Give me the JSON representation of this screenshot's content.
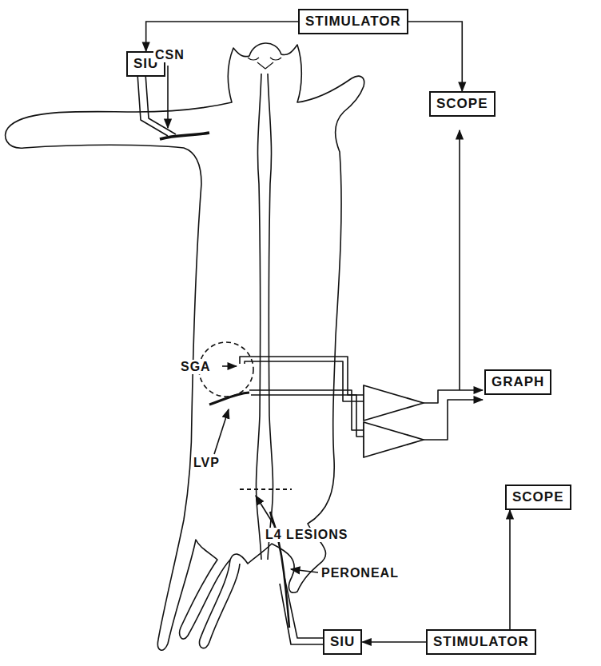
{
  "diagram": {
    "nodes": [
      {
        "text": [
          "STIMULATOR"
        ]
      },
      {
        "text": [
          "SIU"
        ]
      },
      {
        "text": [
          "SCOPE"
        ]
      },
      {
        "text": [
          "GRAPH"
        ]
      },
      {
        "text": [
          "SCOPE"
        ]
      },
      {
        "text": [
          "SIU"
        ]
      },
      {
        "text": [
          "STIMULATOR"
        ]
      }
    ],
    "edges": [
      {
        "from": 0,
        "to": 1,
        "arrow": "to"
      },
      {
        "from": 0,
        "to": 2,
        "arrow": "to"
      },
      {
        "from": 6,
        "to": 4,
        "arrow": "to"
      },
      {
        "from": 6,
        "to": 5,
        "arrow": "to"
      }
    ],
    "labels": [
      "CSN",
      "SGA",
      "LVP",
      "L4 LESIONS",
      "PERONEAL"
    ]
  }
}
